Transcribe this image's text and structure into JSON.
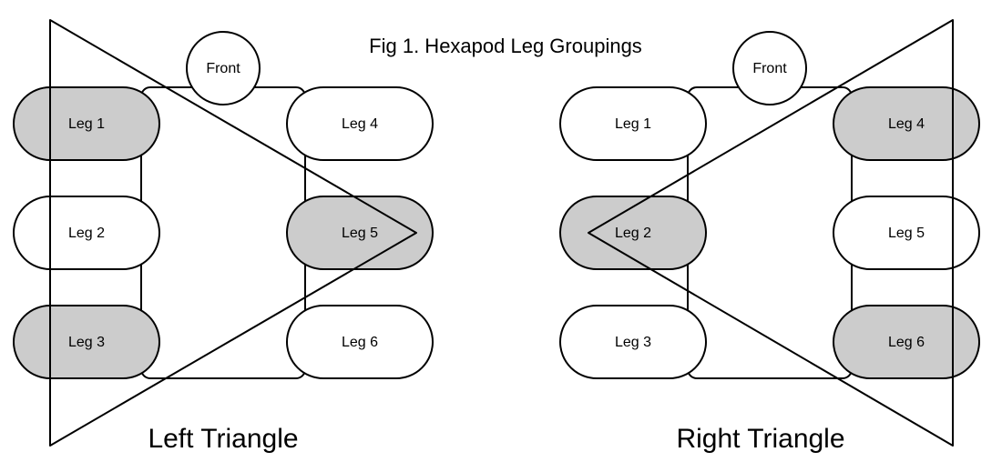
{
  "title": "Fig 1. Hexapod Leg Groupings",
  "colors": {
    "active_leg_fill": "#cccccc",
    "idle_leg_fill": "#ffffff",
    "stroke": "#000000"
  },
  "left": {
    "group_label": "Left Triangle",
    "front_label": "Front",
    "legs": {
      "leg1": {
        "label": "Leg 1",
        "active": true
      },
      "leg2": {
        "label": "Leg 2",
        "active": false
      },
      "leg3": {
        "label": "Leg 3",
        "active": true
      },
      "leg4": {
        "label": "Leg 4",
        "active": false
      },
      "leg5": {
        "label": "Leg 5",
        "active": true
      },
      "leg6": {
        "label": "Leg 6",
        "active": false
      }
    }
  },
  "right": {
    "group_label": "Right Triangle",
    "front_label": "Front",
    "legs": {
      "leg1": {
        "label": "Leg 1",
        "active": false
      },
      "leg2": {
        "label": "Leg 2",
        "active": true
      },
      "leg3": {
        "label": "Leg 3",
        "active": false
      },
      "leg4": {
        "label": "Leg 4",
        "active": true
      },
      "leg5": {
        "label": "Leg 5",
        "active": false
      },
      "leg6": {
        "label": "Leg 6",
        "active": true
      }
    }
  }
}
